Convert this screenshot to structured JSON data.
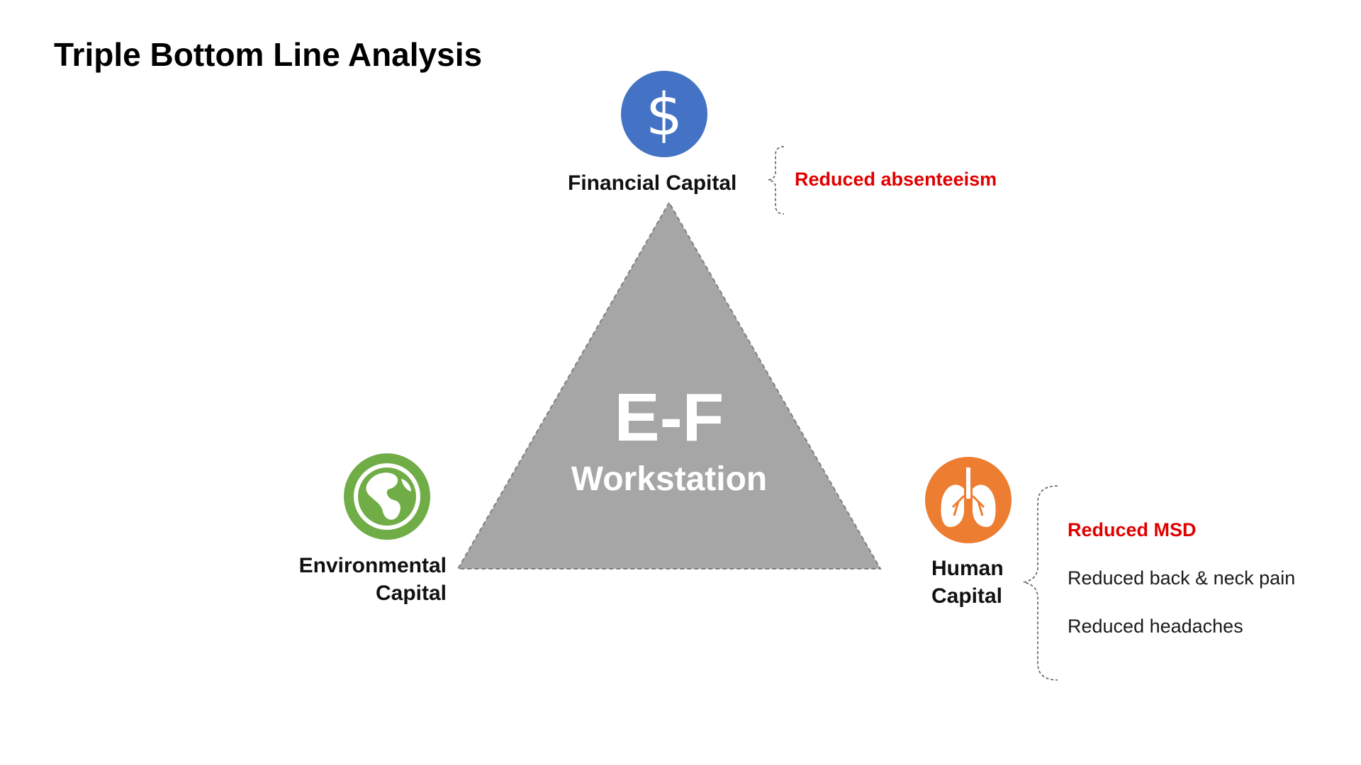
{
  "title": "Triple Bottom Line Analysis",
  "center": {
    "line1": "E-F",
    "line2": "Workstation"
  },
  "financial": {
    "label": "Financial Capital",
    "icon": "dollar-icon",
    "icon_color": "#4472c4",
    "outcomes": [
      "Reduced absenteeism"
    ]
  },
  "environmental": {
    "label_line1": "Environmental",
    "label_line2": "Capital",
    "icon": "globe-icon",
    "icon_color": "#70ad47"
  },
  "human": {
    "label_line1": "Human",
    "label_line2": "Capital",
    "icon": "lungs-icon",
    "icon_color": "#ed7d31",
    "outcomes": [
      "Reduced MSD",
      "Reduced back & neck pain",
      "Reduced headaches"
    ]
  },
  "colors": {
    "triangle_fill": "#a6a6a6",
    "triangle_stroke": "#7f7f7f",
    "highlight_text": "#e00000",
    "bracket_stroke": "#555555"
  }
}
